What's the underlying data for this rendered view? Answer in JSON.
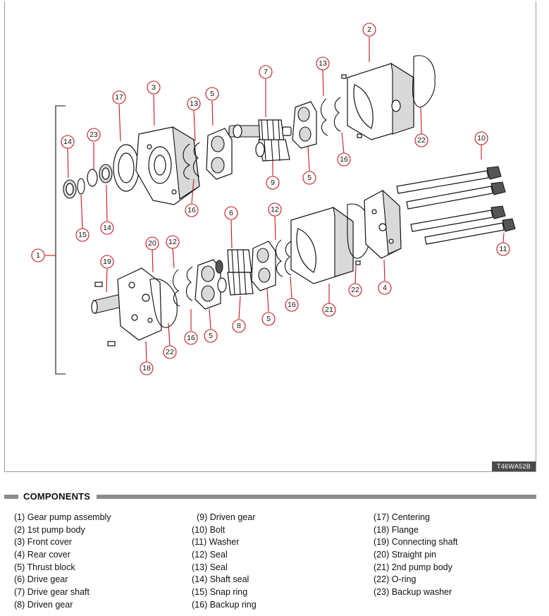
{
  "figure": {
    "code": "T46WA52B",
    "callouts": [
      "1",
      "2",
      "3",
      "4",
      "5",
      "6",
      "7",
      "8",
      "9",
      "10",
      "11",
      "12",
      "13",
      "14",
      "15",
      "16",
      "17",
      "19",
      "20",
      "21",
      "22",
      "23",
      "18"
    ]
  },
  "section": {
    "title": "COMPONENTS"
  },
  "components": {
    "col1": [
      "(1) Gear pump assembly",
      "(2) 1st pump body",
      "(3) Front cover",
      "(4) Rear cover",
      "(5) Thrust block",
      "(6) Drive gear",
      "(7) Drive gear shaft",
      "(8) Driven gear"
    ],
    "col2": [
      "(9) Driven gear",
      "(10) Bolt",
      "(11) Washer",
      "(12) Seal",
      "(13) Seal",
      "(14) Shaft seal",
      "(15) Snap ring",
      "(16) Backup ring"
    ],
    "col3": [
      "(17) Centering",
      "(18) Flange",
      "(19) Connecting shaft",
      "(20) Straight pin",
      "(21) 2nd pump body",
      "(22) O-ring",
      "(23) Backup washer"
    ]
  },
  "colors": {
    "callout_red": "#c4161c",
    "header_bar": "#8c8c8c",
    "code_bg": "#4a4a4a"
  }
}
